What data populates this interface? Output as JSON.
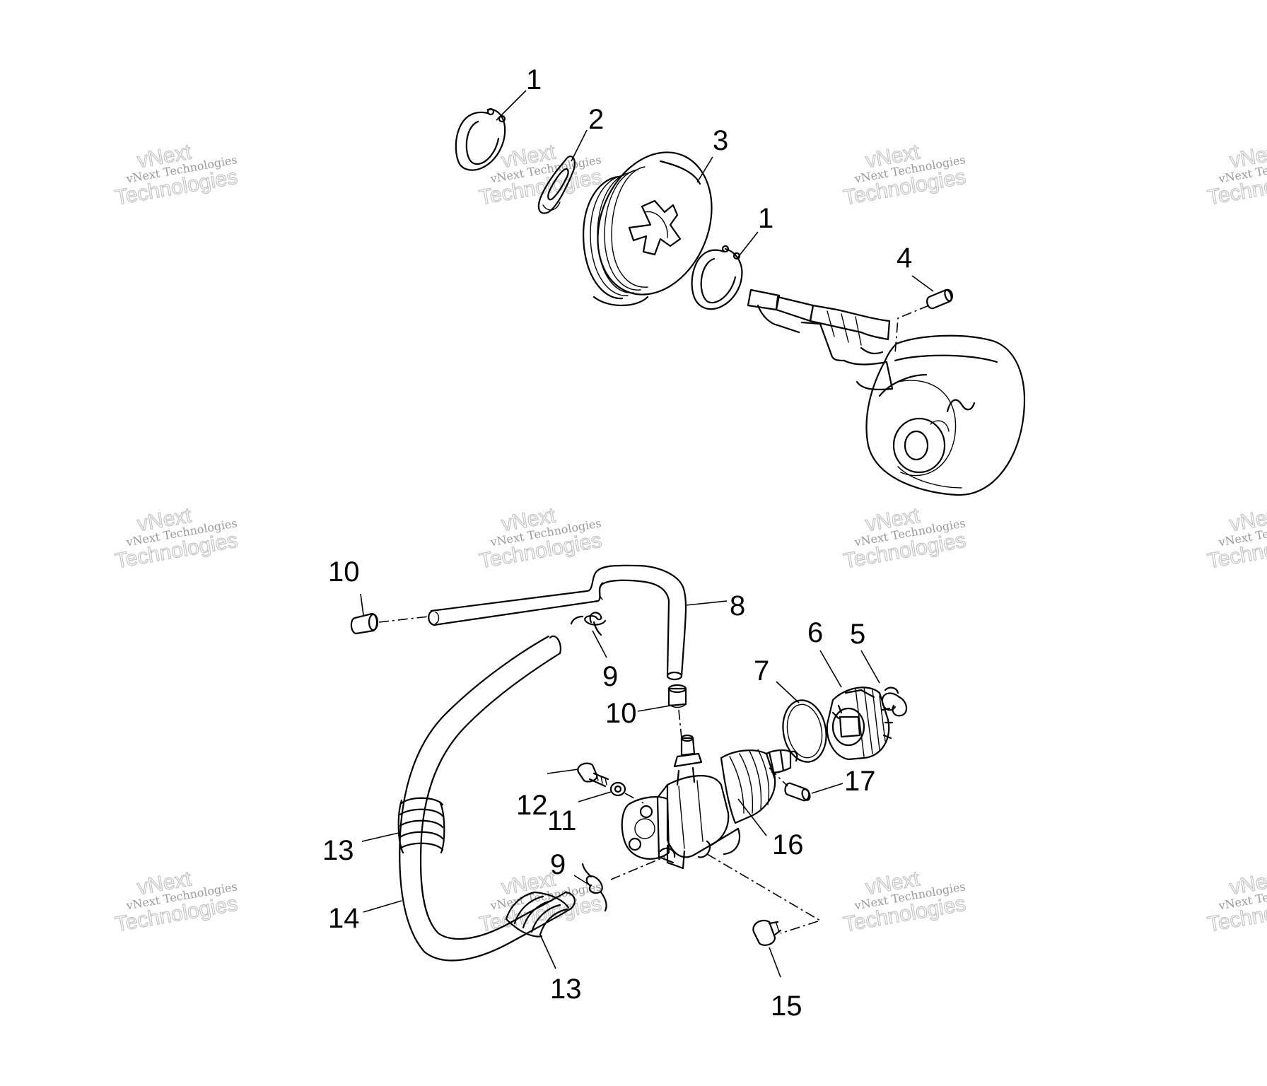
{
  "watermark": {
    "small": "vNext Technologies",
    "big_top": "vNext",
    "big_bottom": "Technologies"
  },
  "callouts": {
    "c1a": "1",
    "c1b": "1",
    "c2": "2",
    "c3": "3",
    "c4": "4",
    "c5": "5",
    "c6": "6",
    "c7": "7",
    "c8": "8",
    "c9a": "9",
    "c9b": "9",
    "c10a": "10",
    "c10b": "10",
    "c11": "11",
    "c12": "12",
    "c13a": "13",
    "c13b": "13",
    "c14": "14",
    "c15": "15",
    "c16": "16",
    "c17": "17"
  }
}
